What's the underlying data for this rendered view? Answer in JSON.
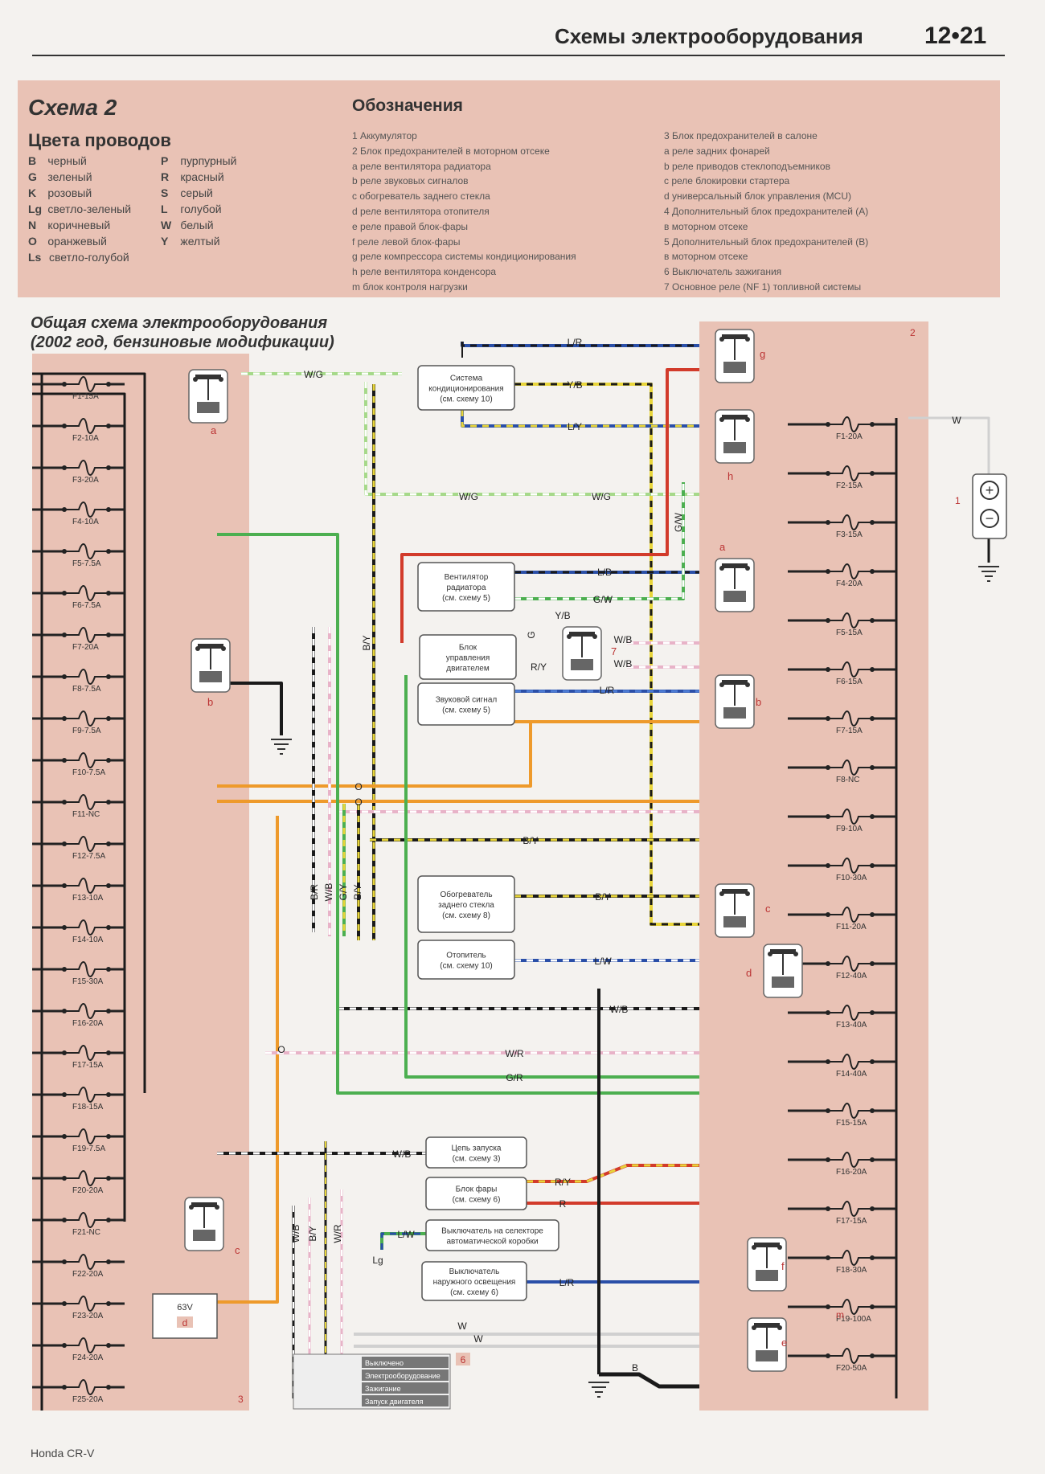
{
  "header": {
    "title": "Схемы электрооборудования",
    "page": "12•21"
  },
  "legend": {
    "scheme_title": "Схема 2",
    "colors_title": "Цвета проводов",
    "colors_left": [
      {
        "code": "B",
        "name": "черный"
      },
      {
        "code": "G",
        "name": "зеленый"
      },
      {
        "code": "K",
        "name": "розовый"
      },
      {
        "code": "Lg",
        "name": "светло-зеленый"
      },
      {
        "code": "N",
        "name": "коричневый"
      },
      {
        "code": "O",
        "name": "оранжевый"
      },
      {
        "code": "Ls",
        "name": "светло-голубой"
      }
    ],
    "colors_right": [
      {
        "code": "P",
        "name": "пурпурный"
      },
      {
        "code": "R",
        "name": "красный"
      },
      {
        "code": "S",
        "name": "серый"
      },
      {
        "code": "L",
        "name": "голубой"
      },
      {
        "code": "W",
        "name": "белый"
      },
      {
        "code": "Y",
        "name": "желтый"
      }
    ],
    "designations_title": "Обозначения",
    "designations_col1": [
      "1   Аккумулятор",
      "2   Блок предохранителей в моторном отсеке",
      "      a   реле вентилятора радиатора",
      "      b   реле звуковых сигналов",
      "      c   обогреватель заднего стекла",
      "      d   реле вентилятора отопителя",
      "      e   реле правой блок-фары",
      "      f   реле левой блок-фары",
      "      g   реле компрессора системы кондиционирования",
      "      h   реле вентилятора конденсора",
      "      m   блок контроля нагрузки"
    ],
    "designations_col2": [
      "3   Блок предохранителей в салоне",
      "      a   реле задних фонарей",
      "      b   реле приводов стеклоподъемников",
      "      c   реле блокировки стартера",
      "      d   универсальный блок управления (MCU)",
      "4   Дополнительный блок предохранителей (A)",
      "      в моторном отсеке",
      "5   Дополнительный блок предохранителей (B)",
      "      в моторном отсеке",
      "6   Выключатель зажигания",
      "7   Основное реле (NF 1) топливной системы"
    ]
  },
  "diagram": {
    "title_line1": "Общая схема электрооборудования",
    "title_line2": "(2002 год, бензиновые модификации)",
    "left_fuses": [
      "F1-15A",
      "F2-10A",
      "F3-20A",
      "F4-10A",
      "F5-7.5A",
      "F6-7.5A",
      "F7-20A",
      "F8-7.5A",
      "F9-7.5A",
      "F10-7.5A",
      "F11-NC",
      "F12-7.5A",
      "F13-10A",
      "F14-10A",
      "F15-30A",
      "F16-20A",
      "F17-15A",
      "F18-15A",
      "F19-7.5A",
      "F20-20A",
      "F21-NC",
      "F22-20A",
      "F23-20A",
      "F24-20A",
      "F25-20A"
    ],
    "right_fuses": [
      "F1-20A",
      "F2-15A",
      "F3-15A",
      "F4-20A",
      "F5-15A",
      "F6-15A",
      "F7-15A",
      "F8-NC",
      "F9-10A",
      "F10-30A",
      "F11-20A",
      "F12-40A",
      "F13-40A",
      "F14-40A",
      "F15-15A",
      "F16-20A",
      "F17-15A",
      "F18-30A",
      "F19-100A",
      "F20-50A"
    ],
    "boxes": [
      {
        "id": "ac",
        "text": [
          "Система",
          "кондиционирования",
          "(см. схему 10)"
        ]
      },
      {
        "id": "radfan",
        "text": [
          "Вентилятор",
          "радиатора",
          "(см. схему 5)"
        ]
      },
      {
        "id": "ecu",
        "text": [
          "Блок",
          "управления",
          "двигателем"
        ]
      },
      {
        "id": "horn",
        "text": [
          "Звуковой сигнал",
          "(см. схему 5)"
        ]
      },
      {
        "id": "rearheat",
        "text": [
          "Обогреватель",
          "заднего стекла",
          "(см. схему 8)"
        ]
      },
      {
        "id": "heater",
        "text": [
          "Отопитель",
          "(см. схему 10)"
        ]
      },
      {
        "id": "start",
        "text": [
          "Цепь запуска",
          "(см. схему 3)"
        ]
      },
      {
        "id": "headlamp",
        "text": [
          "Блок фары",
          "(см. схему 6)"
        ]
      },
      {
        "id": "selector",
        "text": [
          "Выключатель на селекторе",
          "автоматической коробки"
        ]
      },
      {
        "id": "extlight",
        "text": [
          "Выключатель",
          "наружного освещения",
          "(см. схему 6)"
        ]
      }
    ],
    "wire_labels": [
      "L/R",
      "W/G",
      "Y/B",
      "L/Y",
      "W/G",
      "W/G",
      "L/B",
      "G/W",
      "Y/B",
      "W/B",
      "R/Y",
      "W/B",
      "L/R",
      "O",
      "O",
      "B/Y",
      "B/Y",
      "L/W",
      "W/B",
      "W/R",
      "G/R",
      "W/B",
      "R/Y",
      "R",
      "L/W",
      "L/R",
      "W",
      "W",
      "B",
      "W",
      "B/Y",
      "G/W",
      "B/R",
      "W/B",
      "G/Y",
      "B/Y",
      "W/B",
      "B/Y",
      "W/R",
      "G",
      "Lg",
      "O"
    ],
    "component_labels": {
      "left_relay_a": "a",
      "left_relay_b": "b",
      "left_relay_c": "c",
      "mcu_d": "d",
      "mcu_voltage": "63V",
      "ignition": "6",
      "main_relay": "7",
      "battery": "1",
      "right_box": "2",
      "left_box": "3",
      "relay_g": "g",
      "relay_h": "h",
      "relay_ra": "a",
      "relay_rb": "b",
      "relay_rc": "c",
      "relay_rd": "d",
      "relay_f": "f",
      "relay_e": "e",
      "block_m": "m"
    },
    "switch_rows": [
      "Выключено",
      "Электрооборудование",
      "Зажигание",
      "Запуск двигателя"
    ]
  },
  "footer": "Honda CR-V",
  "colors": {
    "panel": "#e9c2b5",
    "black": "#1a1a1a",
    "green": "#4caf50",
    "lightgreen": "#a6d98a",
    "blue": "#2a4fa8",
    "yellow": "#e8d53a",
    "red": "#d23b2b",
    "orange": "#ee9a2b",
    "pink": "#e8b3c8"
  }
}
